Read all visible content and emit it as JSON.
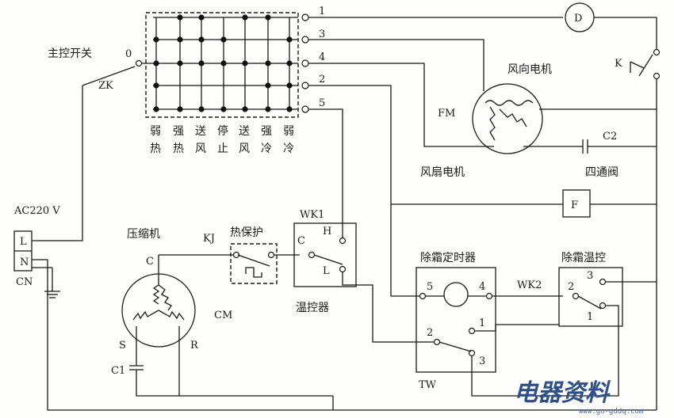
{
  "main_switch": {
    "label": "主控开关",
    "pos0": "0",
    "id": "ZK"
  },
  "outputs": [
    "1",
    "3",
    "4",
    "2",
    "5"
  ],
  "modes": [
    {
      "top": "弱",
      "bottom": "热"
    },
    {
      "top": "强",
      "bottom": "热"
    },
    {
      "top": "送",
      "bottom": "风"
    },
    {
      "top": "停",
      "bottom": "止"
    },
    {
      "top": "送",
      "bottom": "风"
    },
    {
      "top": "强",
      "bottom": "冷"
    },
    {
      "top": "弱",
      "bottom": "冷"
    }
  ],
  "power": {
    "label": "AC220 V",
    "terminal_l": "L",
    "terminal_n": "N",
    "block": "CN"
  },
  "compressor": {
    "label": "压缩机",
    "id": "CM",
    "c": "C",
    "s": "S",
    "r": "R",
    "cap": "C1"
  },
  "overload": {
    "label": "热保护",
    "id": "KJ"
  },
  "thermostat": {
    "label": "温控器",
    "id": "WK1",
    "c": "C",
    "h": "H",
    "l": "L"
  },
  "fm": {
    "label": "风向电机",
    "id": "FM"
  },
  "fan": {
    "label": "风扇电机",
    "cap": "C2"
  },
  "valve": {
    "label": "四通阀",
    "id": "F"
  },
  "motor_d": {
    "id": "D"
  },
  "switch_k": {
    "id": "K"
  },
  "timer": {
    "label": "除霜定时器",
    "p5": "5",
    "p4": "4",
    "p2": "2",
    "p1": "1",
    "p3": "3",
    "id": "TW"
  },
  "defrost": {
    "label": "除霜温控",
    "id": "WK2",
    "p2": "2",
    "p3": "3",
    "p1": "1"
  },
  "watermark": {
    "title": "电器资料",
    "url": "www.go-gddq.com"
  }
}
